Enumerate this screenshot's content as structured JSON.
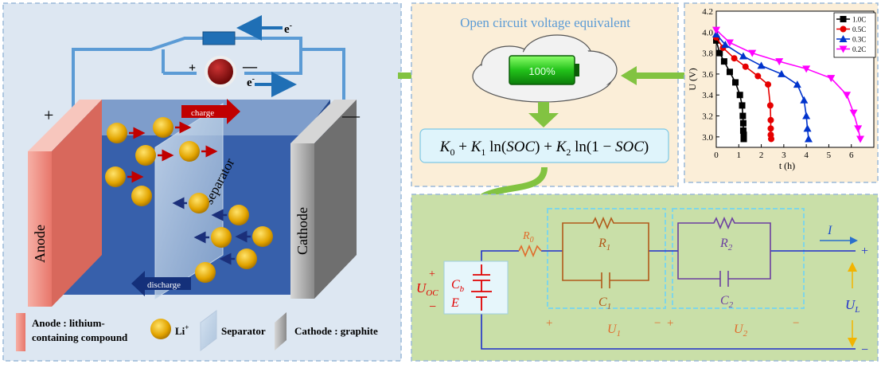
{
  "battery": {
    "charge_label": "charge",
    "discharge_label": "discharge",
    "separator_label": "separator",
    "anode_label": "Anode",
    "cathode_label": "Cathode",
    "plus_sign": "+",
    "minus_sign": "—",
    "electron_label": "e",
    "electron_sup": "-",
    "source_plus": "+",
    "source_minus": "—"
  },
  "legend": {
    "anode_line1": "Anode : lithium-",
    "anode_line2": "containing compound",
    "li": "Li",
    "li_sup": "+",
    "separator": "Separator",
    "cathode": "Cathode : graphite"
  },
  "ocv": {
    "title": "Open circuit voltage equivalent",
    "battery_percent": "100%",
    "formula": {
      "k0": "K",
      "k0_sub": "0",
      "plus1": " + ",
      "k1": "K",
      "k1_sub": "1",
      "ln1": " ln(",
      "soc1": "SOC",
      "close1": ") + ",
      "k2": "K",
      "k2_sub": "2",
      "ln2": " ln(1 − ",
      "soc2": "SOC",
      "close2": ")"
    }
  },
  "circuit": {
    "r0": "R",
    "r0_sub": "0",
    "r1": "R",
    "r1_sub": "1",
    "r2": "R",
    "r2_sub": "2",
    "c1": "C",
    "c1_sub": "1",
    "c2": "C",
    "c2_sub": "2",
    "cb": "C",
    "cb_sub": "b",
    "e": "E",
    "uoc": "U",
    "uoc_sub": "OC",
    "u1": "U",
    "u1_sub": "1",
    "u2": "U",
    "u2_sub": "2",
    "ul": "U",
    "ul_sub": "L",
    "i": "I",
    "plus": "+",
    "minus": "−"
  },
  "chart_data": {
    "type": "line",
    "xlabel": "t (h)",
    "ylabel": "U (V)",
    "xlim": [
      0,
      7
    ],
    "ylim": [
      2.9,
      4.2
    ],
    "xticks": [
      0,
      1,
      2,
      3,
      4,
      5,
      6
    ],
    "yticks": [
      3.0,
      3.2,
      3.4,
      3.6,
      3.8,
      4.0,
      4.2
    ],
    "legend_position": "top-right",
    "series": [
      {
        "name": "1.0C",
        "color": "#000000",
        "marker": "square",
        "x": [
          0,
          0.15,
          0.35,
          0.6,
          0.85,
          1.05,
          1.15,
          1.18,
          1.2,
          1.2,
          1.22,
          1.22
        ],
        "y": [
          3.92,
          3.8,
          3.72,
          3.62,
          3.52,
          3.4,
          3.3,
          3.2,
          3.13,
          3.06,
          3.02,
          2.98
        ]
      },
      {
        "name": "0.5C",
        "color": "#e60000",
        "marker": "circle",
        "x": [
          0,
          0.3,
          0.8,
          1.3,
          1.85,
          2.3,
          2.4,
          2.42,
          2.42,
          2.42,
          2.44
        ],
        "y": [
          3.95,
          3.85,
          3.75,
          3.67,
          3.58,
          3.5,
          3.3,
          3.16,
          3.08,
          3.02,
          2.98
        ]
      },
      {
        "name": "0.3C",
        "color": "#0033cc",
        "marker": "triangle",
        "x": [
          0,
          0.4,
          1.2,
          2.0,
          2.9,
          3.6,
          3.9,
          4.0,
          4.05,
          4.1
        ],
        "y": [
          3.98,
          3.88,
          3.77,
          3.68,
          3.6,
          3.5,
          3.35,
          3.2,
          3.08,
          2.98
        ]
      },
      {
        "name": "0.2C",
        "color": "#ff00ff",
        "marker": "triangle-down",
        "x": [
          0,
          0.6,
          1.6,
          2.8,
          4.0,
          5.1,
          5.8,
          6.1,
          6.3,
          6.4
        ],
        "y": [
          4.02,
          3.9,
          3.8,
          3.72,
          3.65,
          3.56,
          3.4,
          3.23,
          3.08,
          2.98
        ]
      }
    ]
  }
}
